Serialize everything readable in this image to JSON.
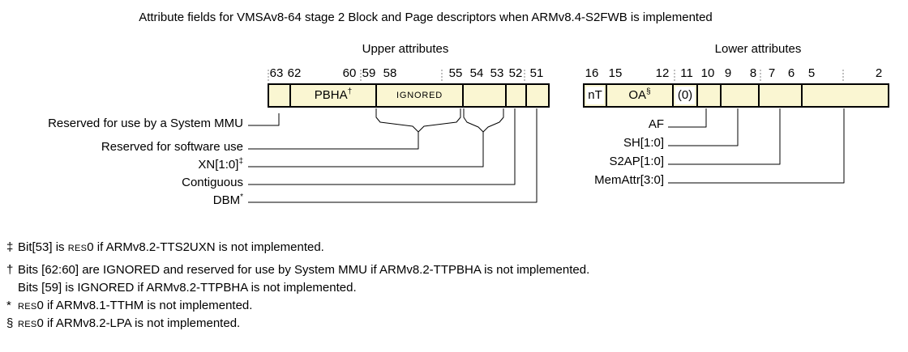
{
  "title": "Attribute fields for VMSAv8-64 stage 2 Block and Page descriptors when ARMv8.4-S2FWB is implemented",
  "upper": {
    "heading": "Upper attributes",
    "bits": [
      "63",
      "62",
      "60",
      "59",
      "58",
      "55",
      "54",
      "53",
      "52",
      "51"
    ],
    "fields": {
      "pbha": {
        "text": "PBHA",
        "sup": "†"
      },
      "ignored": {
        "text": "IGNORED",
        "sup": ""
      }
    },
    "callouts": [
      {
        "text": "Reserved for use by a System MMU",
        "sup": ""
      },
      {
        "text": "Reserved for software use",
        "sup": ""
      },
      {
        "text": "XN[1:0]",
        "sup": "‡"
      },
      {
        "text": "Contiguous",
        "sup": ""
      },
      {
        "text": "DBM",
        "sup": "*"
      }
    ]
  },
  "lower": {
    "heading": "Lower attributes",
    "bits": [
      "16",
      "15",
      "12",
      "11",
      "10",
      "9",
      "8",
      "7",
      "6",
      "5",
      "2"
    ],
    "fields": {
      "nt": {
        "text": "nT",
        "sup": ""
      },
      "oa": {
        "text": "OA",
        "sup": "§"
      },
      "zero": {
        "text": "(0)",
        "sup": ""
      }
    },
    "callouts": [
      {
        "text": "AF"
      },
      {
        "text": "SH[1:0]"
      },
      {
        "text": "S2AP[1:0]"
      },
      {
        "text": "MemAttr[3:0]"
      }
    ]
  },
  "footnotes": [
    {
      "marker": "‡",
      "pre": "Bit[53] is ",
      "sc": "RES",
      "post": "0 if ARMv8.2-TTS2UXN is not implemented."
    },
    {
      "marker": "†",
      "pre": "Bits [62:60] are IGNORED and reserved for use by System MMU if ARMv8.2-TTPBHA is not implemented.",
      "sc": "",
      "post": ""
    },
    {
      "marker": "",
      "pre": "Bits [59] is IGNORED if ARMv8.2-TTPBHA is not implemented.",
      "sc": "",
      "post": ""
    },
    {
      "marker": "*",
      "pre": "",
      "sc": "RES",
      "post": "0 if ARMv8.1-TTHM is not implemented."
    },
    {
      "marker": "§",
      "pre": "",
      "sc": "RES",
      "post": "0 if ARMv8.2-LPA is not implemented."
    }
  ],
  "colors": {
    "cell_fill": "#faf6d2",
    "highlight_cell_fill": "#ffffff",
    "line": "#000000",
    "background": "#ffffff"
  }
}
